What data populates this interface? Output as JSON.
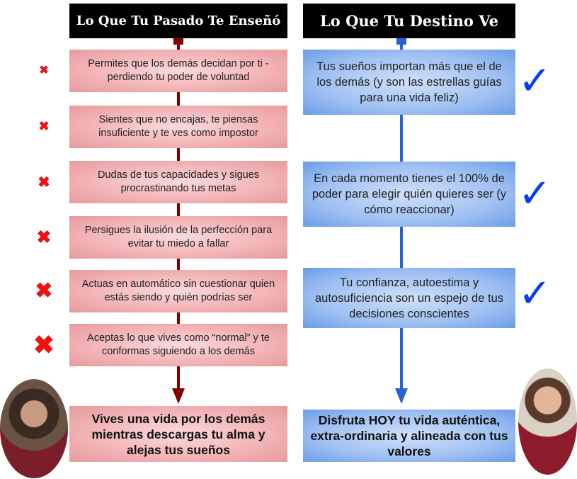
{
  "left": {
    "title": "Lo Que Tu Pasado Te Enseñó",
    "items": [
      "Permites que los demás decidan por ti - perdiendo tu poder de voluntad",
      "Sientes que no encajas, te piensas insuficiente y te ves como impostor",
      "Dudas de tus capacidades y sigues procrastinando tus metas",
      "Persigues la ilusión de la perfección para evitar tu miedo a fallar",
      "Actuas en automático sin cuestionar quien estás siendo y quién podrías ser",
      "Aceptas lo que vives como “normal” y te conformas siguiendo a los demás"
    ],
    "result": "Vives una vida por los demás mientras descargas tu alma y alejas tus sueños",
    "icon": "cross-icon",
    "color": "#800000"
  },
  "right": {
    "title": "Lo Que Tu Destino Ve",
    "items": [
      "Tus sueños importan más que el de los demás (y son las estrellas guías para una vida feliz)",
      "En cada momento tienes el 100% de poder para elegir quién quieres ser (y cómo reaccionar)",
      "Tu confianza, autoestima y autosuficiencia son un espejo de tus decisiones conscientes"
    ],
    "result": "Disfruta HOY tu vida auténtica, extra-ordinaria y alineada con tus valores",
    "icon": "checkmark-icon",
    "color": "#2563d0"
  }
}
